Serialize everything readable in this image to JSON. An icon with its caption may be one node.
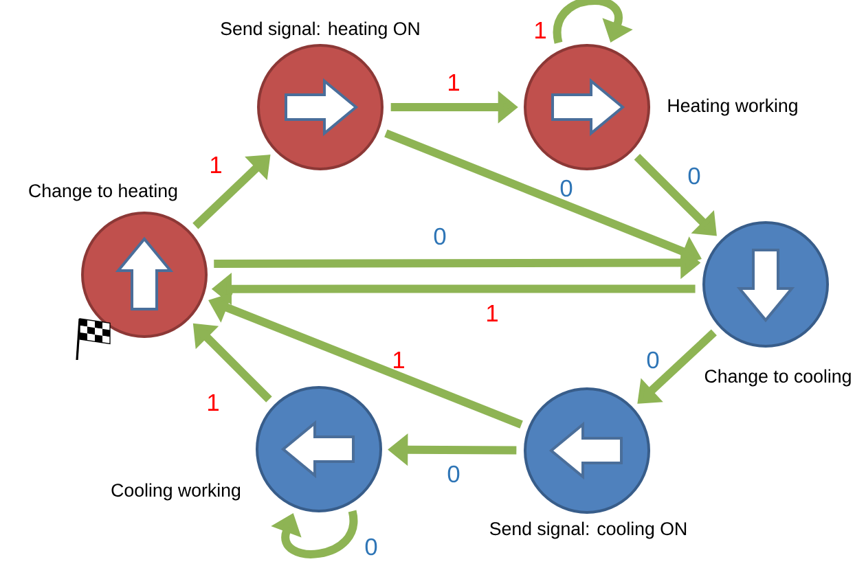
{
  "diagram": {
    "nodes": [
      {
        "text": [],
        "shape": "circle",
        "beside": [
          "Send signal: heating ON"
        ]
      },
      {
        "text": [],
        "shape": "circle",
        "beside": [
          "Heating working"
        ]
      },
      {
        "text": [],
        "shape": "circle",
        "beside": [
          "Change to heating"
        ]
      },
      {
        "text": [],
        "shape": "circle",
        "beside": [
          "Change to cooling"
        ]
      },
      {
        "text": [],
        "shape": "circle",
        "beside": [
          "Cooling working"
        ]
      },
      {
        "text": [],
        "shape": "circle",
        "beside": [
          "Send signal: cooling ON"
        ]
      }
    ],
    "edges": [
      {
        "from": 2,
        "to": 0,
        "arrow": "to",
        "label": "1"
      },
      {
        "from": 0,
        "to": 1,
        "arrow": "to",
        "label": "1"
      },
      {
        "from": 1,
        "to": 1,
        "arrow": "to",
        "label": "1"
      },
      {
        "from": 1,
        "to": 3,
        "arrow": "to",
        "label": "0"
      },
      {
        "from": 0,
        "to": 3,
        "arrow": "to",
        "label": "0"
      },
      {
        "from": 2,
        "to": 3,
        "arrow": "to",
        "label": "0"
      },
      {
        "from": 3,
        "to": 2,
        "arrow": "to",
        "label": "1"
      },
      {
        "from": 3,
        "to": 5,
        "arrow": "to",
        "label": "0"
      },
      {
        "from": 5,
        "to": 2,
        "arrow": "to",
        "label": "1"
      },
      {
        "from": 5,
        "to": 4,
        "arrow": "to",
        "label": "0"
      },
      {
        "from": 4,
        "to": 2,
        "arrow": "to",
        "label": "1"
      },
      {
        "from": 4,
        "to": 4,
        "arrow": "to",
        "label": "0"
      }
    ]
  }
}
